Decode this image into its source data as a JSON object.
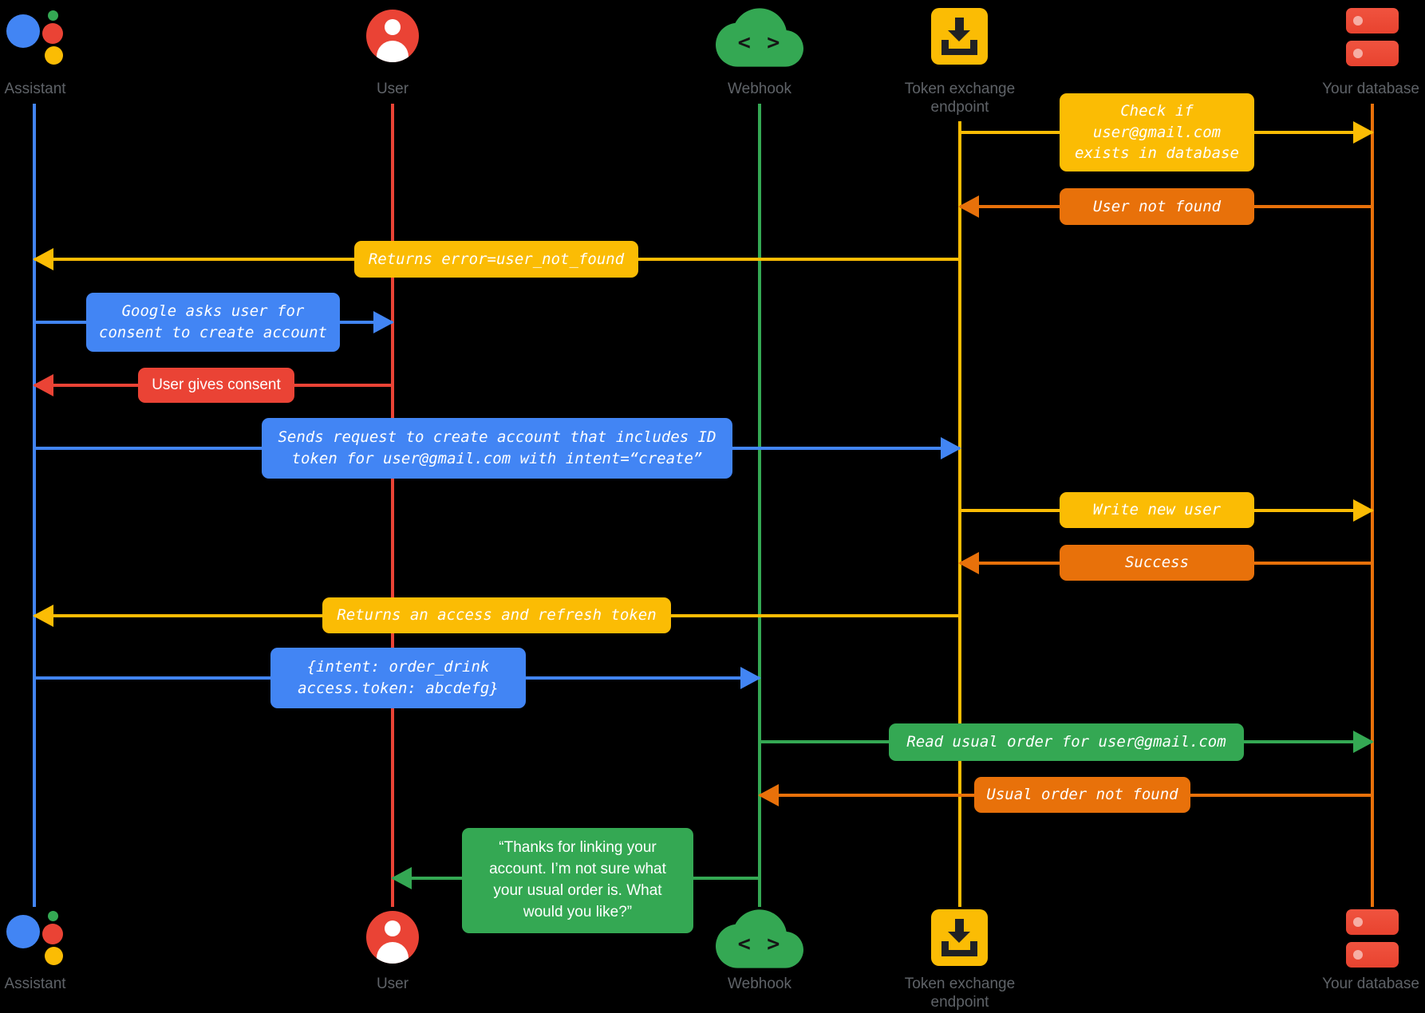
{
  "actors": [
    {
      "id": "assistant",
      "label": "Assistant"
    },
    {
      "id": "user",
      "label": "User"
    },
    {
      "id": "webhook",
      "label": "Webhook"
    },
    {
      "id": "token_exchange",
      "label": "Token exchange\nendpoint"
    },
    {
      "id": "database",
      "label": "Your database"
    }
  ],
  "icons": {
    "webhook_glyph": "< >"
  },
  "colors": {
    "blue": "#4285F4",
    "red": "#EA4335",
    "yellow": "#FBBC04",
    "orange": "#E8710A",
    "green": "#34A853"
  },
  "messages": [
    {
      "from": "token_exchange",
      "to": "database",
      "color": "yellow",
      "label": "Check if\nuser@gmail.com\nexists in database"
    },
    {
      "from": "database",
      "to": "token_exchange",
      "color": "orange",
      "label": "User not found"
    },
    {
      "from": "token_exchange",
      "to": "assistant",
      "color": "yellow",
      "label": "Returns error=user_not_found"
    },
    {
      "from": "assistant",
      "to": "user",
      "color": "blue",
      "label": "Google asks user for\nconsent to create account"
    },
    {
      "from": "user",
      "to": "assistant",
      "color": "red",
      "label": "User gives consent"
    },
    {
      "from": "assistant",
      "to": "token_exchange",
      "color": "blue",
      "label": "Sends request to create account that includes ID\ntoken for user@gmail.com with intent=“create”"
    },
    {
      "from": "token_exchange",
      "to": "database",
      "color": "yellow",
      "label": "Write new user"
    },
    {
      "from": "database",
      "to": "token_exchange",
      "color": "orange",
      "label": "Success"
    },
    {
      "from": "token_exchange",
      "to": "assistant",
      "color": "yellow",
      "label": "Returns an access and refresh token"
    },
    {
      "from": "assistant",
      "to": "webhook",
      "color": "blue",
      "label": "{intent: order_drink\naccess.token: abcdefg}"
    },
    {
      "from": "webhook",
      "to": "database",
      "color": "green",
      "label": "Read usual order for user@gmail.com"
    },
    {
      "from": "database",
      "to": "webhook",
      "color": "orange",
      "label": "Usual order not found"
    },
    {
      "from": "webhook",
      "to": "user",
      "color": "green",
      "label": "“Thanks for linking your\naccount. I’m not sure what\nyour usual order is. What\nwould you like?”"
    }
  ]
}
